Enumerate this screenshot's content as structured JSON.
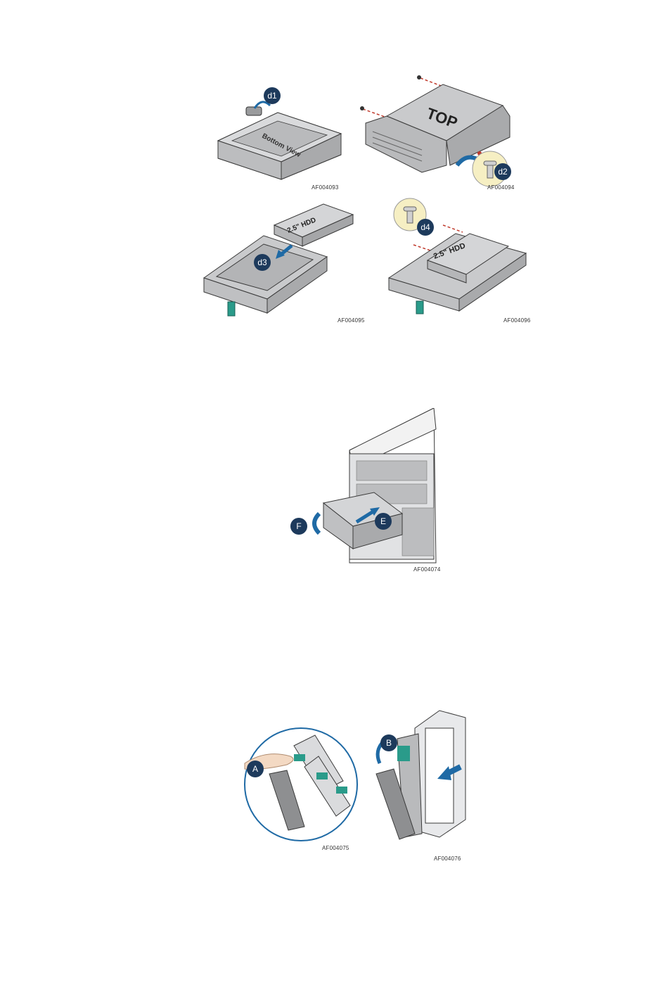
{
  "panels": {
    "p1": {
      "caption": "AF004093",
      "callout": "d1",
      "body_text": "Bottom View"
    },
    "p2": {
      "caption": "AF004094",
      "callout": "d2",
      "body_text": "TOP"
    },
    "p3": {
      "caption": "AF004095",
      "callout": "d3",
      "body_text": "2.5\" HDD"
    },
    "p4": {
      "caption": "AF004096",
      "callout": "d4",
      "body_text": "2.5\" HDD"
    },
    "p5": {
      "caption": "AF004074",
      "callout_a": "F",
      "callout_b": "E"
    },
    "p6": {
      "caption": "AF004075",
      "callout": "A"
    },
    "p7": {
      "caption": "AF004076",
      "callout": "B"
    }
  },
  "colors": {
    "callout": "#1d3a5c",
    "arrow": "#1f6aa5",
    "latch": "#2a9b8a",
    "metal": "#c8c9cb",
    "edge": "#3a3a3a"
  }
}
